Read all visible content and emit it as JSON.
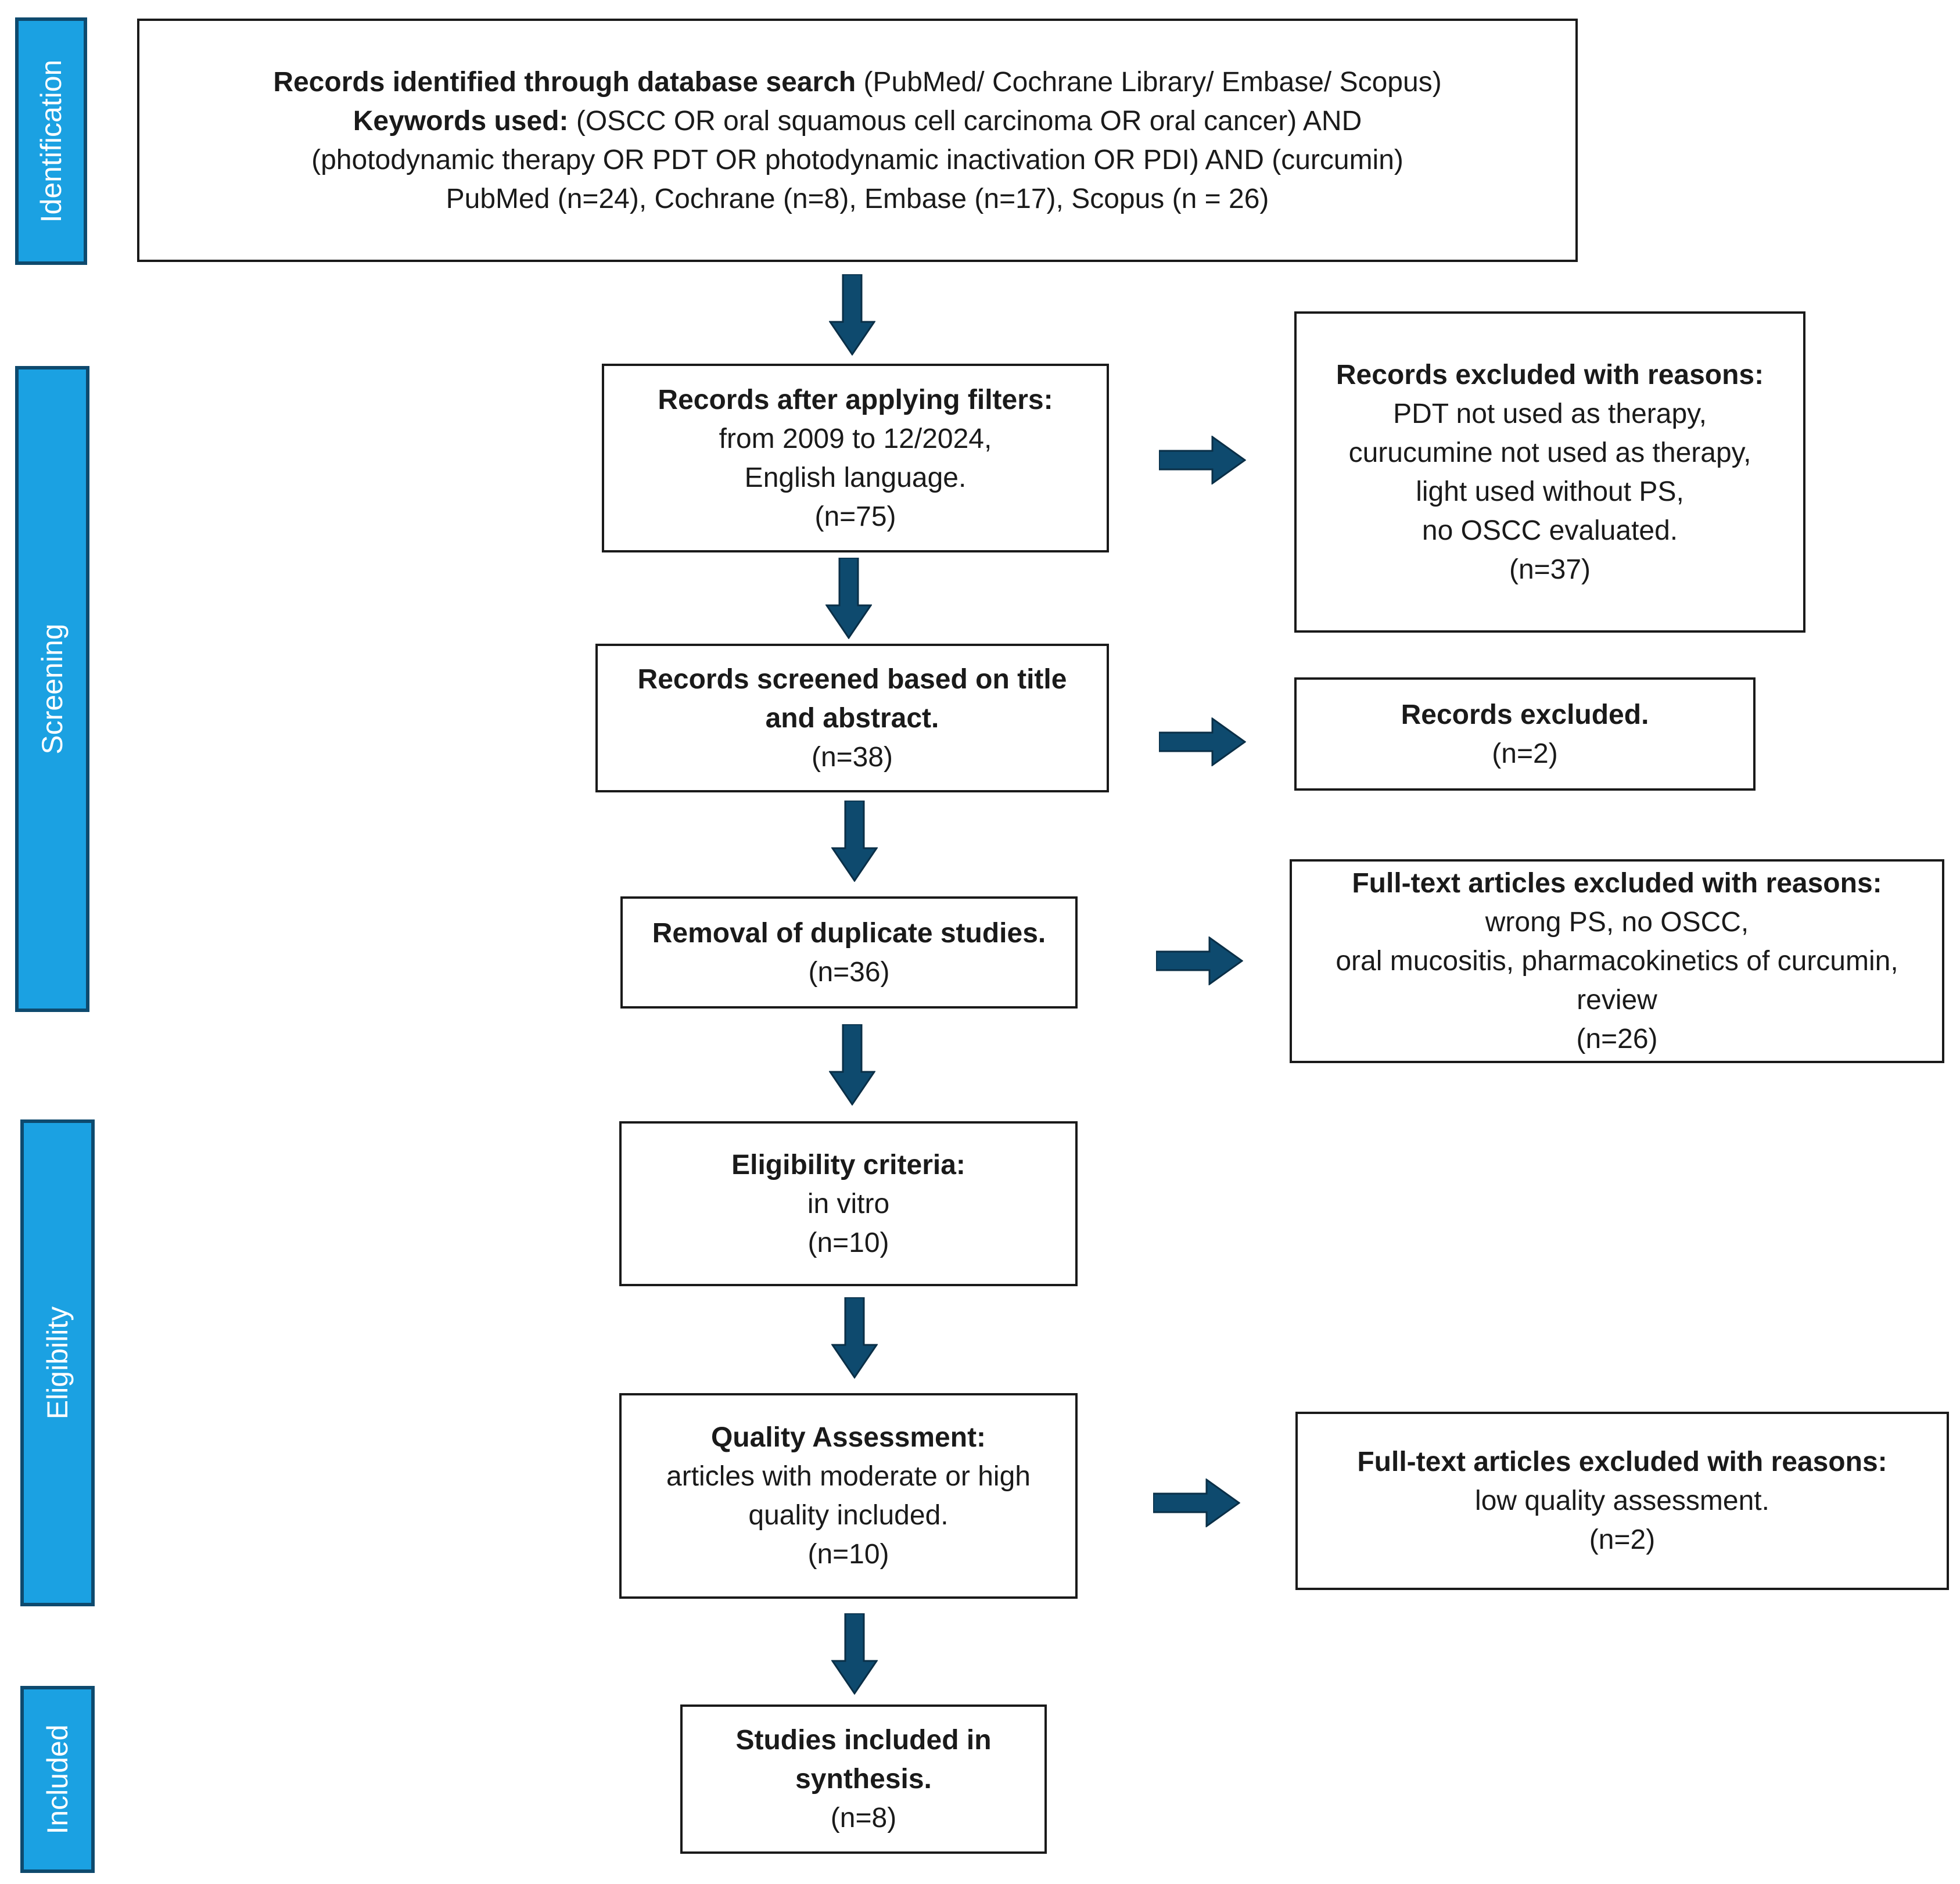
{
  "colors": {
    "stage_fill": "#1ba1e2",
    "stage_border": "#0e4a6e",
    "arrow": "#0e4a6e"
  },
  "stages": {
    "identification": "Identification",
    "screening": "Screening",
    "eligibility": "Eligibility",
    "included": "Included"
  },
  "boxes": {
    "identification": {
      "l1_bold": "Records identified through database search",
      "l1_rest": " (PubMed/ Cochrane Library/ Embase/ Scopus)",
      "l2_bold": "Keywords used:",
      "l2_rest": " (OSCC OR oral squamous cell carcinoma OR oral cancer) AND",
      "l3": "(photodynamic therapy OR PDT OR photodynamic inactivation OR PDI) AND (curcumin)",
      "l4": "PubMed (n=24), Cochrane (n=8), Embase (n=17), Scopus (n = 26)"
    },
    "filters": {
      "title": "Records after applying filters:",
      "l2": "from 2009 to 12/2024,",
      "l3": "English language.",
      "count": "(n=75)"
    },
    "excluded_reasons_1": {
      "title": "Records excluded with reasons:",
      "l2": "PDT not used as therapy,",
      "l3": "curucumine not used as therapy,",
      "l4": "light used without PS,",
      "l5": "no OSCC evaluated.",
      "count": "(n=37)"
    },
    "screened": {
      "title1": "Records screened based on title",
      "title2": "and abstract.",
      "count": "(n=38)"
    },
    "excluded_2": {
      "title": "Records excluded.",
      "count": "(n=2)"
    },
    "duplicates": {
      "title": "Removal of duplicate studies.",
      "count": "(n=36)"
    },
    "fulltext_excluded_1": {
      "title": "Full-text articles excluded with reasons:",
      "l2": "wrong PS, no OSCC,",
      "l3": "oral mucositis, pharmacokinetics of curcumin,",
      "l4": "review",
      "count": "(n=26)"
    },
    "eligibility": {
      "title": "Eligibility criteria:",
      "l2": "in vitro",
      "count": "(n=10)"
    },
    "quality": {
      "title": "Quality Assessment:",
      "l2": "articles with moderate or high",
      "l3": "quality included.",
      "count": "(n=10)"
    },
    "fulltext_excluded_2": {
      "title": "Full-text articles excluded with reasons:",
      "l2": "low quality assessment.",
      "count": "(n=2)"
    },
    "included": {
      "title1": "Studies included in",
      "title2": "synthesis.",
      "count": "(n=8)"
    }
  }
}
